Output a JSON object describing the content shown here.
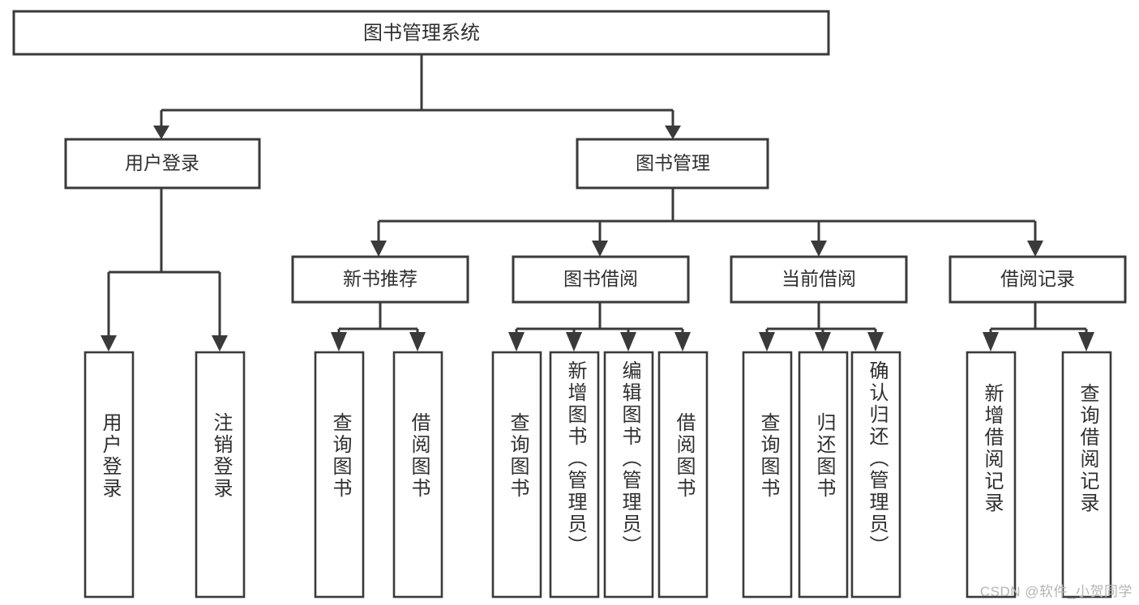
{
  "diagram": {
    "type": "tree-hierarchy",
    "title": "图书管理系统",
    "root": {
      "id": "root",
      "label": "图书管理系统"
    },
    "level2": [
      {
        "id": "user-login",
        "label": "用户登录"
      },
      {
        "id": "book-manage",
        "label": "图书管理"
      }
    ],
    "level3": [
      {
        "id": "new-book-recommend",
        "label": "新书推荐",
        "parent": "book-manage"
      },
      {
        "id": "book-borrow",
        "label": "图书借阅",
        "parent": "book-manage"
      },
      {
        "id": "current-borrow",
        "label": "当前借阅",
        "parent": "book-manage"
      },
      {
        "id": "borrow-record",
        "label": "借阅记录",
        "parent": "book-manage"
      }
    ],
    "leaves": [
      {
        "id": "leaf-user-login",
        "label": "用户登录",
        "parent": "user-login"
      },
      {
        "id": "leaf-logout-login",
        "label": "注销登录",
        "parent": "user-login"
      },
      {
        "id": "leaf-query-book-1",
        "label": "查询图书",
        "parent": "new-book-recommend"
      },
      {
        "id": "leaf-borrow-book-1",
        "label": "借阅图书",
        "parent": "new-book-recommend"
      },
      {
        "id": "leaf-query-book-2",
        "label": "查询图书",
        "parent": "book-borrow"
      },
      {
        "id": "leaf-add-book",
        "label": "新增图书（管理员）",
        "parent": "book-borrow"
      },
      {
        "id": "leaf-edit-book",
        "label": "编辑图书（管理员）",
        "parent": "book-borrow"
      },
      {
        "id": "leaf-borrow-book-2",
        "label": "借阅图书",
        "parent": "book-borrow"
      },
      {
        "id": "leaf-query-book-3",
        "label": "查询图书",
        "parent": "current-borrow"
      },
      {
        "id": "leaf-return-book",
        "label": "归还图书",
        "parent": "current-borrow"
      },
      {
        "id": "leaf-confirm-return",
        "label": "确认归还（管理员）",
        "parent": "current-borrow"
      },
      {
        "id": "leaf-add-record",
        "label": "新增借阅记录",
        "parent": "borrow-record"
      },
      {
        "id": "leaf-query-record",
        "label": "查询借阅记录",
        "parent": "borrow-record"
      }
    ],
    "colors": {
      "box_stroke": "#3a3a3a",
      "box_fill": "#ffffff",
      "text": "#2f2f2f",
      "connector": "#3a3a3a",
      "background": "#ffffff",
      "watermark": "#b4b4b4"
    }
  },
  "watermark": {
    "text": "CSDN @软件_小贺同学"
  }
}
